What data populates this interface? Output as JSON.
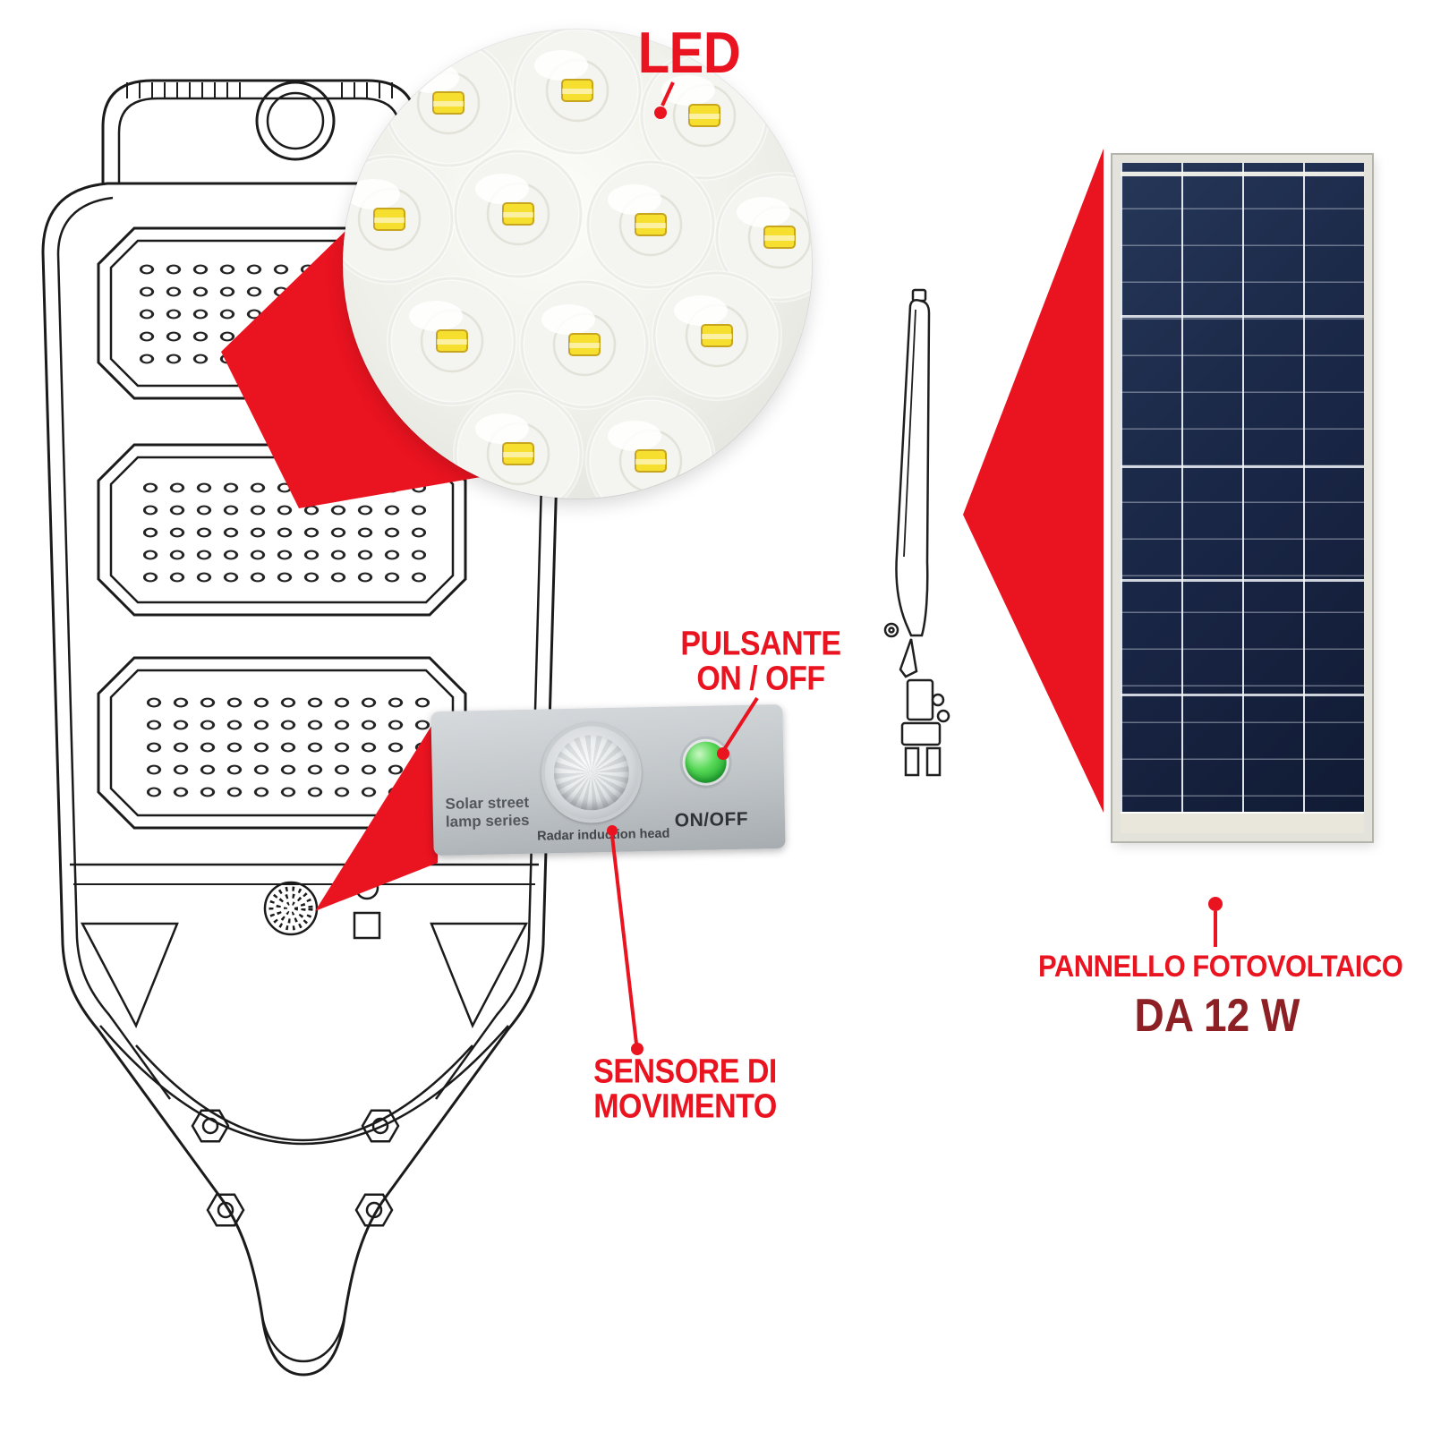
{
  "colors": {
    "callout_red": "#ea1320",
    "label_red": "#ea1320",
    "wattage_dark_red": "#8c2024",
    "button_green": "#3fcf4b",
    "solar_panel_blue": "#1a2747",
    "drawing_ink": "#1b1b1b",
    "control_panel_gray": "#c0c5c8"
  },
  "callouts": {
    "led": {
      "label": "LED"
    },
    "power_button": {
      "line1": "PULSANTE",
      "line2": "ON / OFF"
    },
    "motion_sensor": {
      "line1": "SENSORE DI",
      "line2": "MOVIMENTO"
    },
    "solar_panel": {
      "line1": "PANNELLO FOTOVOLTAICO",
      "line2": "DA 12 W"
    }
  },
  "control_panel_photo": {
    "brand_line1": "Solar street",
    "brand_line2": "lamp series",
    "sensor_caption": "Radar induction head",
    "switch_label": "ON/OFF"
  }
}
